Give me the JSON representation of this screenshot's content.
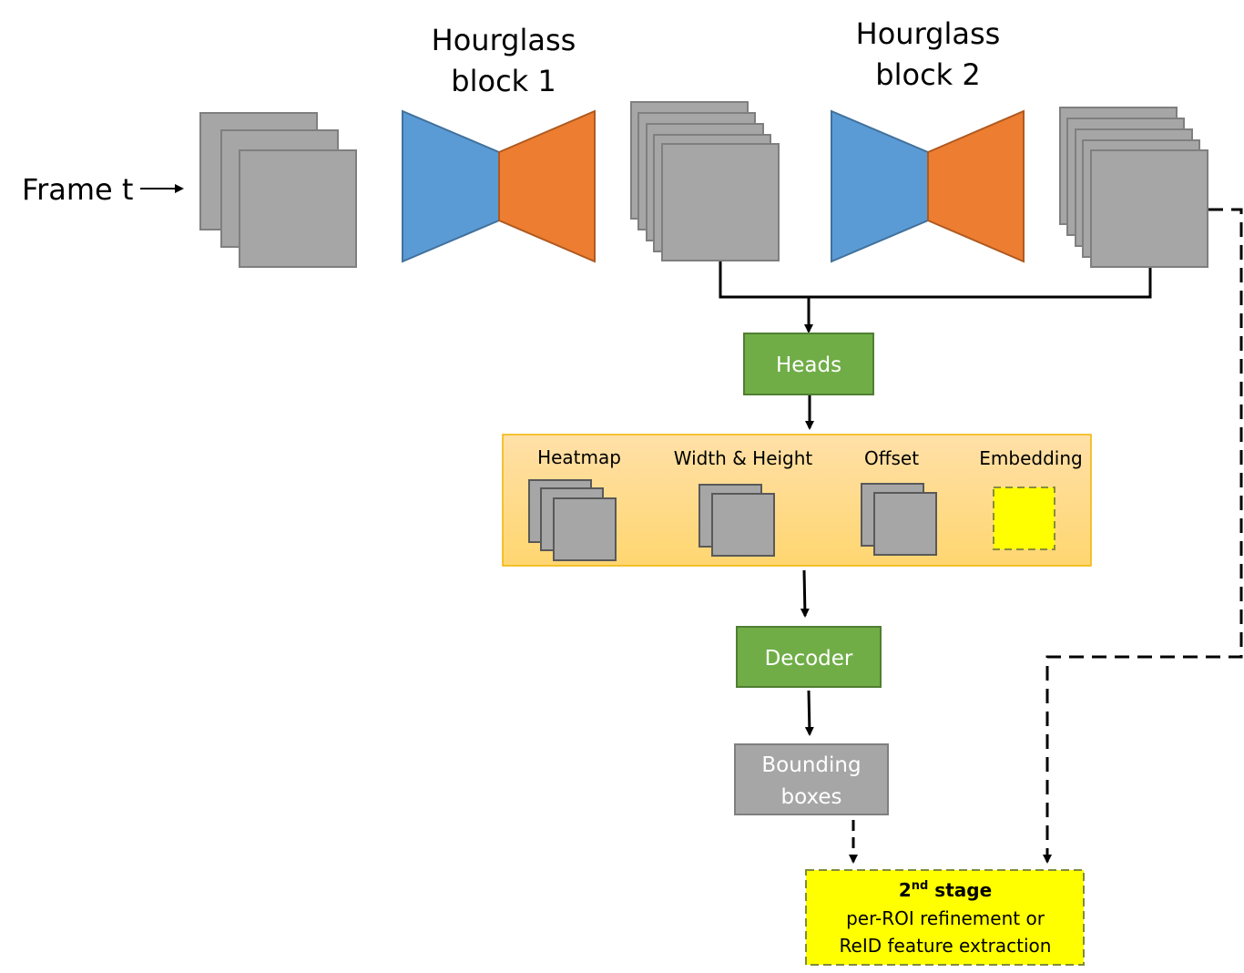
{
  "input": {
    "label": "Frame t"
  },
  "blocks": [
    {
      "title_line1": "Hourglass",
      "title_line2": "block 1"
    },
    {
      "title_line1": "Hourglass",
      "title_line2": "block 2"
    }
  ],
  "heads": {
    "label": "Heads"
  },
  "outputs": {
    "heatmap": "Heatmap",
    "width_height": "Width & Height",
    "offset": "Offset",
    "embedding": "Embedding"
  },
  "decoder": {
    "label": "Decoder"
  },
  "bboxes": {
    "line1": "Bounding",
    "line2": "boxes"
  },
  "second_stage": {
    "title_main": "2",
    "title_sup": "nd",
    "title_rest": " stage",
    "line2": "per-ROI refinement or",
    "line3": "ReID feature extraction"
  },
  "colors": {
    "feature_map": "#a6a6a6",
    "encoder": "#5b9bd5",
    "decoder_wing": "#ed7d31",
    "green_box": "#70ad47",
    "output_panel": "#ffd98a",
    "highlight": "#ffff00"
  }
}
